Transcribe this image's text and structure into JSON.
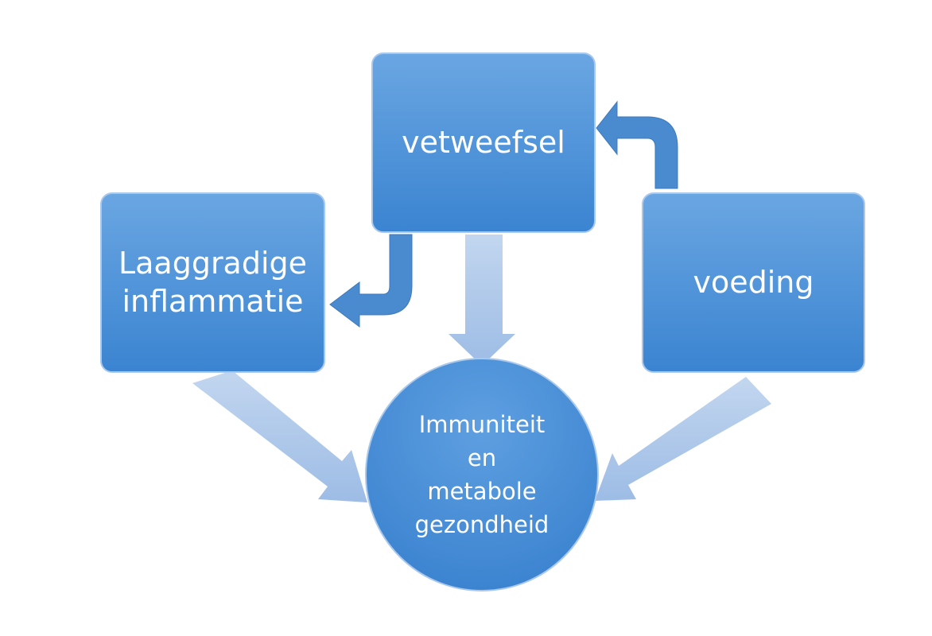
{
  "diagram": {
    "nodes": {
      "top": {
        "label": "vetweefsel"
      },
      "left": {
        "label_line1": "Laaggradige",
        "label_line2": "inflammatie"
      },
      "right": {
        "label": "voeding"
      },
      "center": {
        "line1": "Immuniteit",
        "line2": "en",
        "line3": "metabole",
        "line4": "gezondheid"
      }
    },
    "edges": [
      {
        "from": "voeding",
        "to": "vetweefsel",
        "style": "bent"
      },
      {
        "from": "vetweefsel",
        "to": "Laaggradige inflammatie",
        "style": "bent"
      },
      {
        "from": "vetweefsel",
        "to": "Immuniteit en metabole gezondheid",
        "style": "straight-light"
      },
      {
        "from": "Laaggradige inflammatie",
        "to": "Immuniteit en metabole gezondheid",
        "style": "straight-light"
      },
      {
        "from": "voeding",
        "to": "Immuniteit en metabole gezondheid",
        "style": "straight-light"
      }
    ],
    "colors": {
      "box_top": "#65a2e0",
      "box_bottom": "#3d86d2",
      "arrow_dark": "#4a8bd0",
      "arrow_light": "#adc7e8"
    }
  }
}
